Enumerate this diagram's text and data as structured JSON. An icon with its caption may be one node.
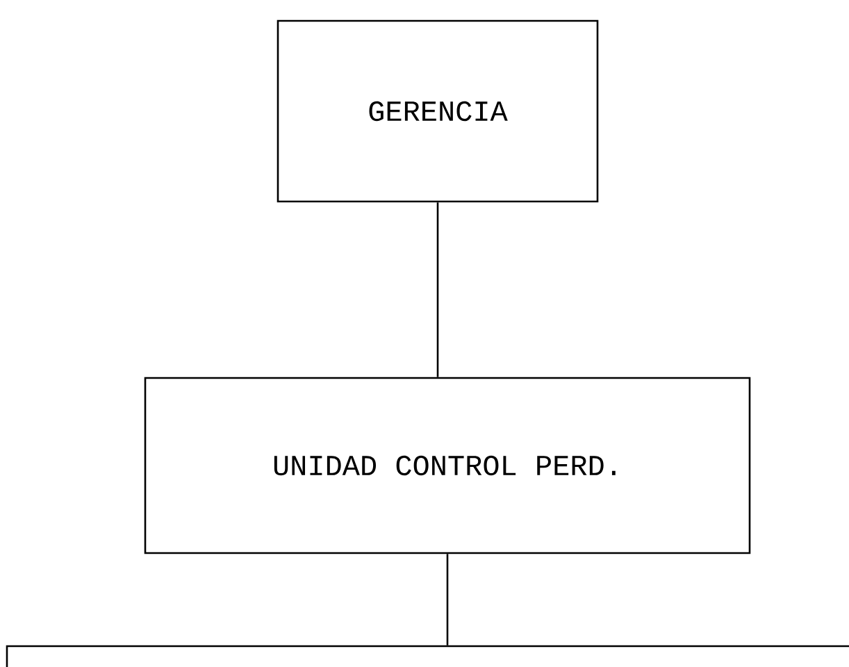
{
  "diagram": {
    "nodes": [
      {
        "text": [
          "GERENCIA"
        ]
      },
      {
        "text": [
          "UNIDAD CONTROL PERD."
        ]
      },
      {
        "text": [],
        "shape": "box"
      }
    ],
    "edges": [
      {
        "from": 0,
        "to": 1,
        "arrow": "none"
      },
      {
        "from": 1,
        "to": 2,
        "arrow": "none"
      }
    ]
  }
}
